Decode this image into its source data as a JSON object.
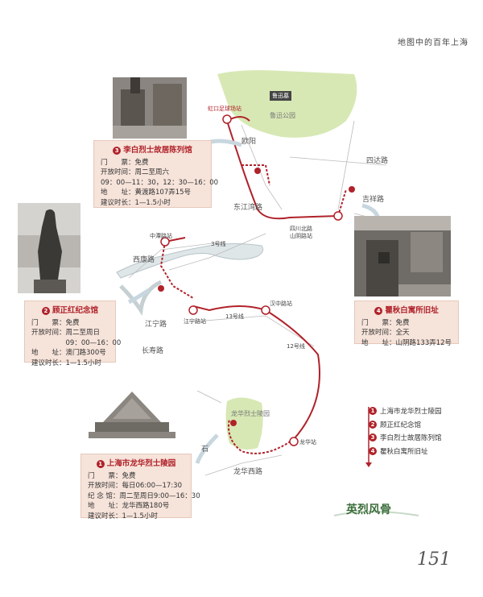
{
  "header": {
    "title": "地图中的百年上海"
  },
  "map": {
    "park_luxun_label": "鲁迅公园",
    "luxun_tomb_label": "鲁迅墓",
    "park_longhua_label": "龙华烈士陵园",
    "stations": {
      "hongkou": "虹口足球场站",
      "zhongtan": "中潭路站",
      "sichuan": "四川北路\n山阴路站",
      "hanzhong": "汉中路站",
      "jiangning": "江宁路站",
      "longhua": "龙华站"
    },
    "lines": {
      "line3": "3号线",
      "line13": "13号线",
      "line12": "12号线"
    },
    "roads": {
      "ouyang": "欧阳",
      "sida": "四达路",
      "jixiang": "吉祥路",
      "dongjiangwan": "东江湾路",
      "xikang": "西康路",
      "jiangning": "江宁路",
      "changsha": "长寿路",
      "shi": "石",
      "longhuaxi": "龙华西路"
    }
  },
  "cards": [
    {
      "num": "3",
      "title": "李白烈士故居陈列馆",
      "rows": [
        "门　　票：免费",
        "开放时间：周二至周六",
        "09：00—11：30，12：30—16：00",
        "地　　址：黄渡路107弄15号",
        "建议时长：1—1.5小时"
      ]
    },
    {
      "num": "2",
      "title": "顾正红纪念馆",
      "rows": [
        "门　　票：免费",
        "开放时间：周二至周日",
        "　　　　　09：00—16：00",
        "地　　址：澳门路300号",
        "建议时长：1—1.5小时"
      ]
    },
    {
      "num": "4",
      "title": "瞿秋白寓所旧址",
      "rows": [
        "门　　票：免费",
        "开放时间：全天",
        "地　　址：山阴路133弄12号"
      ]
    },
    {
      "num": "1",
      "title": "上海市龙华烈士陵园",
      "rows": [
        "门　　票：免费",
        "开放时间：每日06:00—17:30",
        "纪 念 馆：周二至周日9:00—16：30",
        "地　　址：龙华西路180号",
        "建议时长：1—1.5小时"
      ]
    }
  ],
  "legend": [
    {
      "num": "1",
      "label": "上海市龙华烈士陵园"
    },
    {
      "num": "2",
      "label": "顾正红纪念馆"
    },
    {
      "num": "3",
      "label": "李白烈士故居陈列馆"
    },
    {
      "num": "4",
      "label": "瞿秋白寓所旧址"
    }
  ],
  "banner": "英烈风骨",
  "page_number": "151",
  "colors": {
    "route": "#b0222a",
    "park": "#cfe3a8",
    "river": "#cfd8dc",
    "card": "#f6e3da"
  }
}
